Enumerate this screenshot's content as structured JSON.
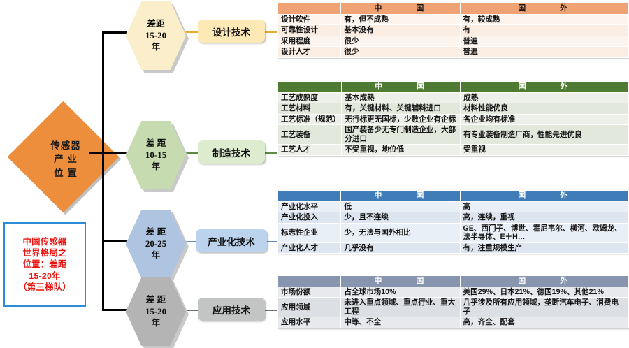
{
  "root": {
    "lines": [
      "传感器",
      "产 业",
      "位 置"
    ],
    "color": "#ED8E3C"
  },
  "callout": {
    "lines": [
      "中国传感器",
      "世界格局之",
      "位置：差距",
      "15-20年",
      "（第三梯队）"
    ],
    "text_color": "#E8130E",
    "border_color": "#2E8BD6"
  },
  "branches": [
    {
      "hex": {
        "line1": "差距",
        "line2": "15-20",
        "line3": "年",
        "fill": "#FBEFCB"
      },
      "pill": {
        "label": "设计技术",
        "fill": "#FCE9B6"
      },
      "connector_color": "#E8AE2B",
      "table": {
        "theme": "orange",
        "headers": [
          "",
          "中　　国",
          "国　　外"
        ],
        "rows": [
          [
            "设计软件",
            "有，但不成熟",
            "有，较成熟"
          ],
          [
            "可靠性设计",
            "基本没有",
            "有"
          ],
          [
            "采用程度",
            "很少",
            "普遍"
          ],
          [
            "设计人才",
            "很少",
            "普遍"
          ]
        ]
      }
    },
    {
      "hex": {
        "line1": "差 距",
        "line2": "10-15",
        "line3": "年",
        "fill": "#C6DCB0"
      },
      "pill": {
        "label": "制造技术",
        "fill": "#DDEBCF"
      },
      "connector_color": "#5E8A43",
      "table": {
        "theme": "green",
        "headers": [
          "",
          "中　　国",
          "国　　外"
        ],
        "rows": [
          [
            "工艺成熟度",
            "基本成熟",
            "成熟"
          ],
          [
            "工艺材料",
            "有，关键材料、关键辅料进口",
            "材料性能优良"
          ],
          [
            "工艺标准（规范）",
            "无行标更无国标，少数企业有企标",
            "各企业均有标准"
          ],
          [
            "工艺装备",
            "国产装备少无专门制造企业，大部分进口",
            "有专业装备制造厂商，性能先进优良"
          ],
          [
            "工艺人才",
            "不受重视，地位低",
            "受重视"
          ]
        ]
      }
    },
    {
      "hex": {
        "line1": "差 距",
        "line2": "20-25",
        "line3": "年",
        "fill": "#AFC4E0"
      },
      "pill": {
        "label": "产业化技术",
        "fill": "#BBD3EC"
      },
      "connector_color": "#5E8FC4",
      "table": {
        "theme": "blue",
        "headers": [
          "",
          "中　　国",
          "国　　外"
        ],
        "rows": [
          [
            "产业化水平",
            "低",
            "高"
          ],
          [
            "产业化投入",
            "少，且不连续",
            "高，连续，重视"
          ],
          [
            "标志性企业",
            "少，无法与国外相比",
            "GE、西门子、博世、霍尼韦尔、横河、欧姆龙、法半导体、E＋H…"
          ],
          [
            "产业化人才",
            "几乎没有",
            "有，注重规模生产"
          ]
        ]
      }
    },
    {
      "hex": {
        "line1": "差 距",
        "line2": "15-20",
        "line3": "年",
        "fill": "#B4B4B4"
      },
      "pill": {
        "label": "应用技术",
        "fill": "#C3C5C4"
      },
      "connector_color": "#6E6E6E",
      "table": {
        "theme": "gray",
        "headers": [
          "",
          "中　　国",
          "国　　外"
        ],
        "rows": [
          [
            "市场份额",
            "占全球市场10%",
            "美国29%、日本21%、德国19%、其他21%"
          ],
          [
            "应用领域",
            "未进入重点领域、重点行业、重大工程",
            "几乎涉及所有应用领域，垄断汽车电子、消费电子"
          ],
          [
            "应用水平",
            "中等、不全",
            "高，齐全、配套"
          ]
        ]
      }
    }
  ]
}
